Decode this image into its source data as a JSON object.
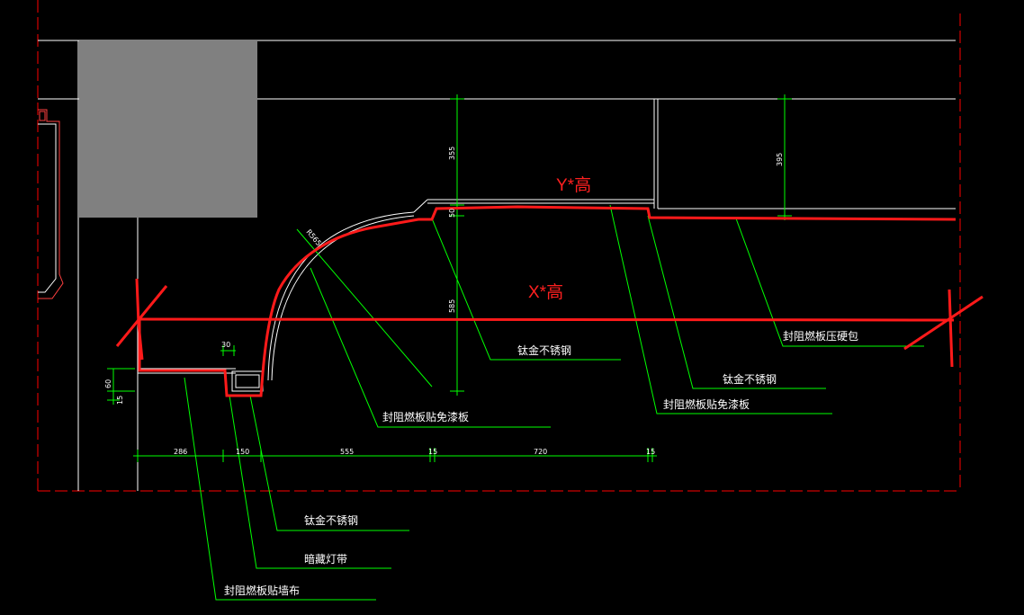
{
  "colors": {
    "background": "#000000",
    "structure": "#ffffff",
    "frame": "#ff0000",
    "leader": "#00ff00",
    "markup": "#ff1a1a",
    "block": "#808080"
  },
  "annotations": {
    "y_height": "Y*高",
    "x_height": "X*高"
  },
  "labels": {
    "ti_steel_1": "钛金不锈钢",
    "ti_steel_2": "钛金不锈钢",
    "ti_steel_3": "钛金不锈钢",
    "fireboard_paint_free_1": "封阻燃板贴免漆板",
    "fireboard_paint_free_2": "封阻燃板贴免漆板",
    "fireboard_hardbag": "封阻燃板压硬包",
    "hidden_light": "暗藏灯带",
    "fireboard_wallcloth": "封阻燃板贴墙布"
  },
  "dimensions": {
    "d355": "355",
    "d50": "50",
    "d585": "585",
    "d395": "395",
    "d30": "30",
    "d60": "60",
    "d15": "15",
    "d286": "286",
    "d150": "150",
    "d555": "555",
    "d15b": "15",
    "d720": "720",
    "d15c": "15",
    "r565": "R565"
  }
}
